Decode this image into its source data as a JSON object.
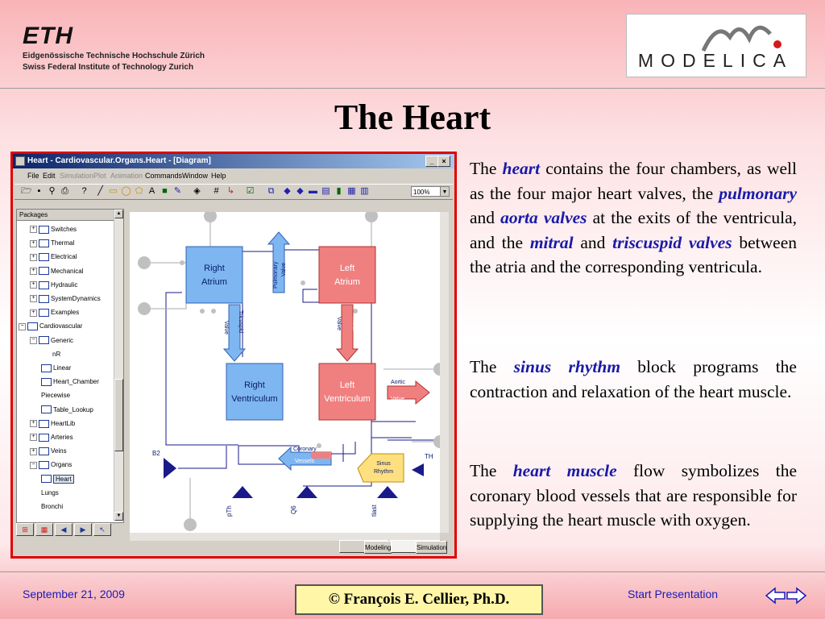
{
  "header": {
    "eth_logo": "ETH",
    "eth_line1": "Eidgenössische Technische Hochschule Zürich",
    "eth_line2": "Swiss Federal Institute of Technology Zurich",
    "modelica_logo": "MODELICA"
  },
  "slide": {
    "title": "The Heart"
  },
  "screenshot": {
    "window_title": "Heart - Cardiovascular.Organs.Heart - [Diagram]",
    "menu": [
      "File",
      "Edit",
      "Simulation",
      "Plot",
      "Animation",
      "Commands",
      "Window",
      "Help"
    ],
    "zoom": "100%",
    "packages_header": "Packages",
    "tree": [
      "Switches",
      "Thermal",
      "Electrical",
      "Mechanical",
      "Hydraulic",
      "SystemDynamics",
      "Examples",
      "Cardiovascular",
      "Generic",
      "nR",
      "Linear",
      "Heart_Chamber",
      "Piecewise",
      "Table_Lookup",
      "HeartLib",
      "Arteries",
      "Veins",
      "Organs",
      "Heart",
      "Lungs",
      "Bronchi"
    ],
    "diagram": {
      "right_atrium": [
        "Right",
        "Atrium"
      ],
      "left_atrium": [
        "Left",
        "Atrium"
      ],
      "right_ventriculum": [
        "Right",
        "Ventriculum"
      ],
      "left_ventriculum": [
        "Left",
        "Ventriculum"
      ],
      "pulmonary_valve": [
        "Pulmonary",
        "Valve"
      ],
      "tricuspid_valve": [
        "Tricuspid",
        "Valve"
      ],
      "mitral_valve": [
        "Mitral",
        "Valve"
      ],
      "aortic_valve": [
        "Aortic",
        "Valve"
      ],
      "coronary": [
        "Coronary",
        "Vessels"
      ],
      "sinus": [
        "Sinus",
        "Rhythm"
      ],
      "ports": [
        "B2",
        "pTh",
        "Q6",
        "tlast",
        "TH"
      ]
    },
    "mode_tabs": [
      "Modeling",
      "Simulation"
    ]
  },
  "text": {
    "p1": [
      "The ",
      "heart",
      " contains the four chambers, as well as the four major heart valves, the ",
      "pulmonary",
      " and ",
      "aorta valves",
      " at the exits of the ventricula, and the ",
      "mitral",
      " and ",
      "triscuspid valves",
      " between the atria and the corresponding ventricula."
    ],
    "p2": [
      "The ",
      "sinus rhythm",
      " block programs the contraction and relaxation of the heart muscle."
    ],
    "p3": [
      "The ",
      "heart muscle",
      " flow symbolizes the coronary blood vessels that are responsible for supplying the heart muscle with oxygen."
    ]
  },
  "footer": {
    "date": "September 21, 2009",
    "credit": "©  François E. Cellier, Ph.D.",
    "start": "Start Presentation"
  },
  "colors": {
    "accent_red": "#e00000",
    "link_blue": "#1a1ab8",
    "emph_blue": "#1a1aa8",
    "right_side_blue": "#7eb6f2",
    "left_side_red": "#f08080"
  }
}
